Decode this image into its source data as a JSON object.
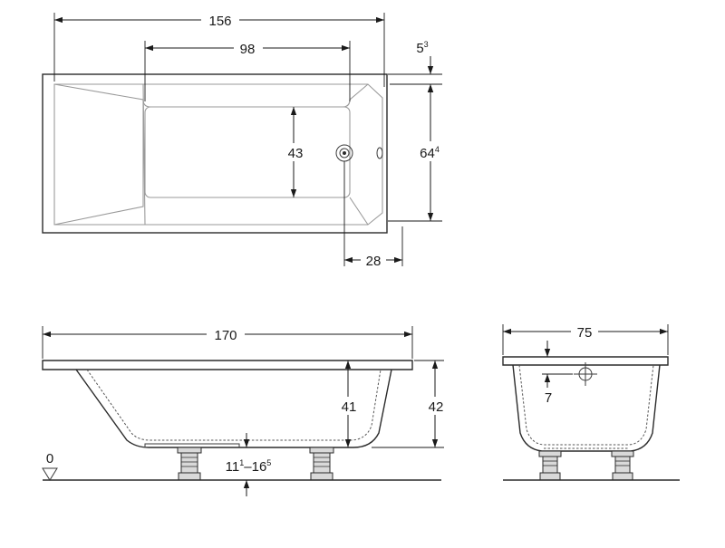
{
  "plan_view": {
    "overall_length": "156",
    "basin_length": "98",
    "rim_offset": "5",
    "rim_offset_sup": "3",
    "basin_width": "43",
    "overall_width": "64",
    "overall_width_sup": "4",
    "drain_offset": "28"
  },
  "side_view": {
    "total_length": "170",
    "inner_depth": "41",
    "total_height": "42",
    "floor_label": "0",
    "foot_height_a": "11",
    "foot_height_a_sup": "1",
    "foot_height_sep": "–16",
    "foot_height_b_sup": "5"
  },
  "end_view": {
    "total_width": "75",
    "overflow_offset": "7"
  }
}
